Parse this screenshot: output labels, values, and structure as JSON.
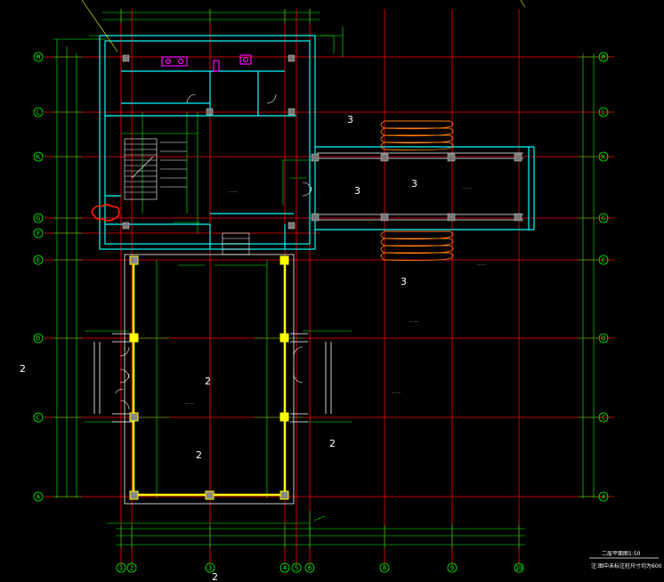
{
  "drawing": {
    "title": "二层平面图1:50",
    "subtitle": "注:图中未标注柱尺寸均为600",
    "axes_rows": [
      "M",
      "L",
      "K",
      "G",
      "F",
      "E",
      "D",
      "C",
      "A"
    ],
    "axes_cols": [
      "1",
      "2",
      "3",
      "4",
      "5",
      "6",
      "8",
      "9",
      "10"
    ],
    "section_marks": [
      "2",
      "2",
      "3",
      "3",
      "3",
      "2"
    ],
    "room_numbers": [
      "2",
      "2",
      "3"
    ]
  },
  "colors": {
    "background": "#000000",
    "grid_axis": "#ff0000",
    "dimension": "#00ff00",
    "wall": "#00ffff",
    "column": "#ffff00",
    "furniture": "#ff00ff",
    "stair": "#ffffff",
    "markup": "#ff2200",
    "beam": "#ff7f00"
  }
}
